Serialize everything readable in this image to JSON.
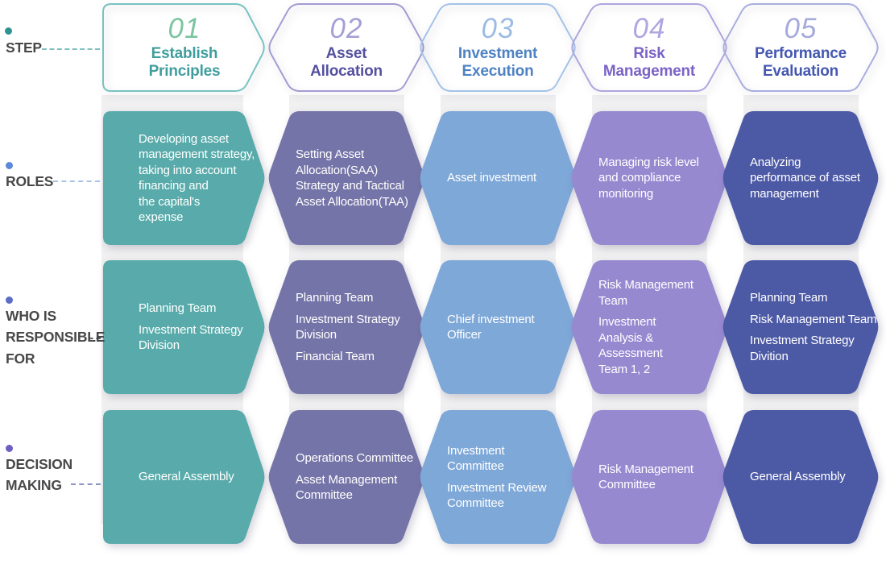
{
  "theme": {
    "column_bg": "#f0f0f1",
    "label_color": "#48484a",
    "cell_text_color": "#ffffff"
  },
  "rail": {
    "step": {
      "label": "STEP",
      "dot_color": "#2d9391",
      "dash_color": "#7fc0bf"
    },
    "roles": {
      "label": "ROLES",
      "dot_color": "#5d87d8",
      "dash_color": "#a8c2ea"
    },
    "who": {
      "label": "WHO IS\nRESPONSIBLE\nFOR",
      "dot_color": "#5b6dc8",
      "dash_color": "#5a5f63"
    },
    "decision": {
      "label": "DECISION\nMAKING",
      "dot_color": "#6b5fc3",
      "dash_color": "#8e96c4"
    }
  },
  "steps": [
    {
      "number": "01",
      "title": "Establish\nPrinciples",
      "number_color": "#7cc5a0",
      "title_color": "#3f9e9d",
      "border_color": "#77c3c1",
      "fill_color": "#58abaa"
    },
    {
      "number": "02",
      "title": "Asset\nAllocation",
      "number_color": "#a5a0d5",
      "title_color": "#55519f",
      "border_color": "#a29cd2",
      "fill_color": "#7574a8"
    },
    {
      "number": "03",
      "title": "Investment\nExecution",
      "number_color": "#9cbce5",
      "title_color": "#4e82c2",
      "border_color": "#a3c3e8",
      "fill_color": "#7ea8d8"
    },
    {
      "number": "04",
      "title": "Risk\nManagement",
      "number_color": "#b1a5e0",
      "title_color": "#7b63c6",
      "border_color": "#b0a5e0",
      "fill_color": "#9689d0"
    },
    {
      "number": "05",
      "title": "Performance\nEvaluation",
      "number_color": "#a5aadb",
      "title_color": "#4558b0",
      "border_color": "#a8aede",
      "fill_color": "#4c59a5"
    }
  ],
  "rows": {
    "roles": {
      "cells": [
        {
          "paragraphs": [
            "Developing asset\nmanagement strategy,\ntaking into account\nfinancing and\nthe capital's\nexpense"
          ]
        },
        {
          "paragraphs": [
            "Setting Asset\nAllocation(SAA)\nStrategy and Tactical\nAsset Allocation(TAA)"
          ]
        },
        {
          "paragraphs": [
            "Asset investment"
          ]
        },
        {
          "paragraphs": [
            "Managing risk level\nand compliance\nmonitoring"
          ]
        },
        {
          "paragraphs": [
            "Analyzing\nperformance of asset\nmanagement"
          ]
        }
      ]
    },
    "who": {
      "cells": [
        {
          "paragraphs": [
            "Planning Team",
            "Investment Strategy\nDivision"
          ]
        },
        {
          "paragraphs": [
            "Planning Team",
            "Investment Strategy\nDivision",
            "Financial Team"
          ]
        },
        {
          "paragraphs": [
            "Chief investment\nOfficer"
          ]
        },
        {
          "paragraphs": [
            "Risk Management\nTeam",
            "Investment\nAnalysis &\nAssessment\nTeam 1, 2"
          ]
        },
        {
          "paragraphs": [
            "Planning Team",
            "Risk Management Team",
            "Investment Strategy\nDivition"
          ]
        }
      ]
    },
    "decision": {
      "cells": [
        {
          "paragraphs": [
            "General Assembly"
          ]
        },
        {
          "paragraphs": [
            "Operations Committee",
            "Asset Management\nCommittee"
          ]
        },
        {
          "paragraphs": [
            "Investment\nCommittee",
            "Investment Review\nCommittee"
          ]
        },
        {
          "paragraphs": [
            "Risk Management\nCommittee"
          ]
        },
        {
          "paragraphs": [
            "General Assembly"
          ]
        }
      ]
    }
  }
}
